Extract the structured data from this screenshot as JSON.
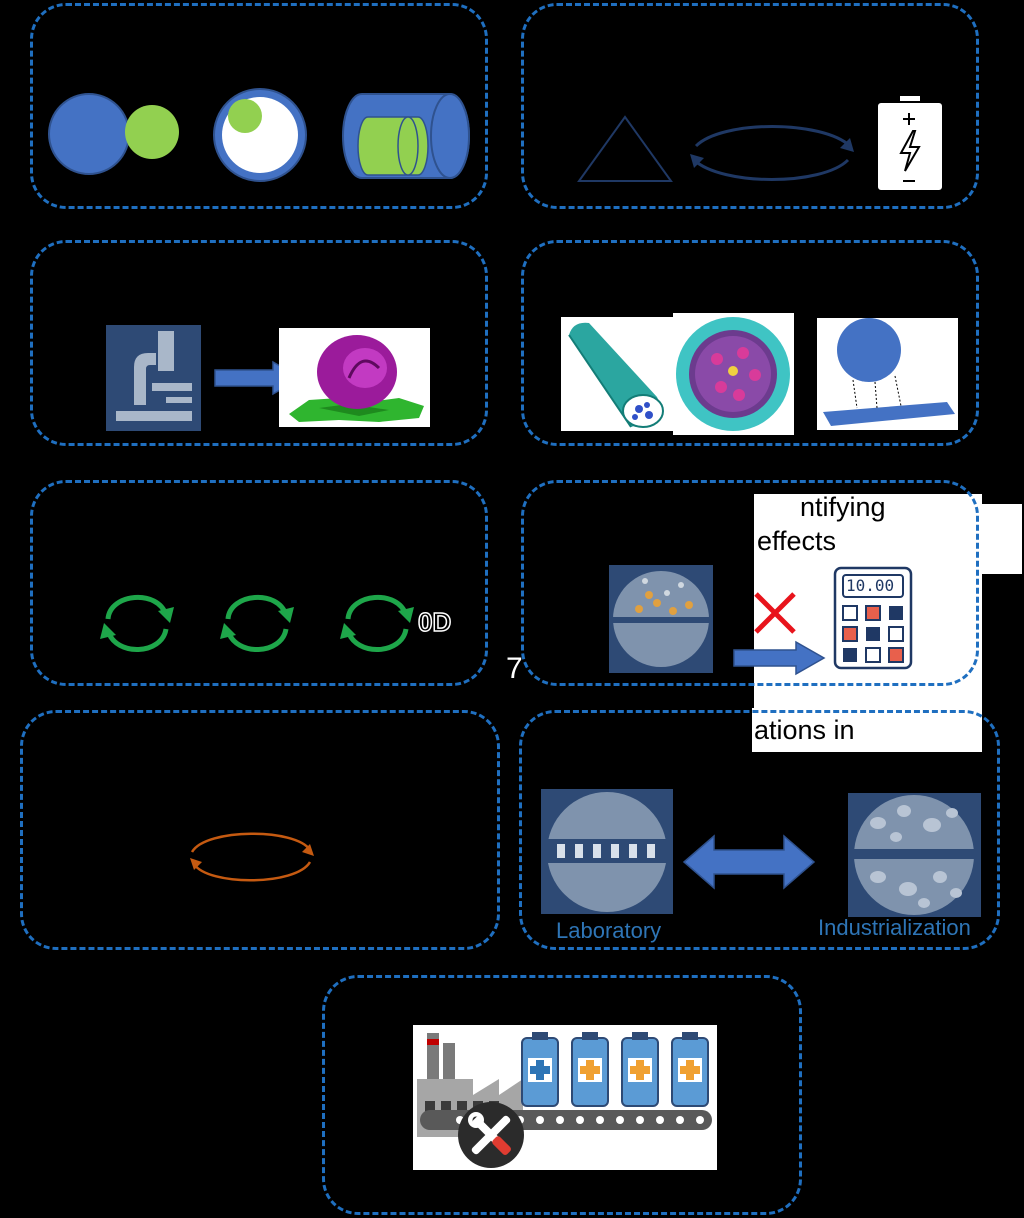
{
  "colors": {
    "panel_border": "#1f6fc0",
    "blue": "#4472c4",
    "green": "#92d050",
    "arrow_green": "#1ea64a",
    "arrow_orange": "#c55a11",
    "cross_red": "#e8141c",
    "lab_text": "#2e75b6"
  },
  "icons": [
    "core-shell-icon",
    "yolk-shell-icon",
    "cylinder-core-icon",
    "triangle-icon",
    "cycle-arrows-icon",
    "battery-icon",
    "microscope-icon",
    "blue-arrow-icon",
    "tomography-particle-image",
    "nanotube-image",
    "nanosphere-image",
    "surface-bonding-image",
    "green-cycle-icon",
    "filter-disk-icon",
    "red-cross-icon",
    "calculator-icon",
    "orange-cycle-icon",
    "lab-membrane-icon",
    "double-arrow-icon",
    "industrial-membrane-icon",
    "factory-icon",
    "conveyor-icon",
    "wrench-screwdriver-icon"
  ],
  "labels": {
    "quantifying_fragment": "ntifying",
    "effects_fragment": "effects",
    "zero_d": "0D",
    "seven": "7",
    "applications_fragment": "ations in",
    "laboratory": "Laboratory",
    "industrialization": "Industrialization",
    "calculator_display": "10.00"
  }
}
